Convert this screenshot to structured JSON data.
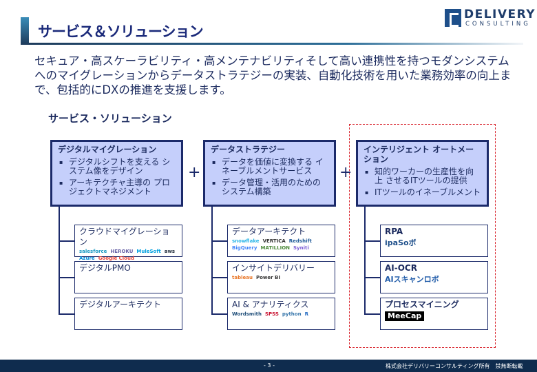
{
  "header": {
    "title": "サービス＆ソリューション",
    "logo_line1": "DELIVERY",
    "logo_line2": "CONSULTING"
  },
  "intro": "セキュア・高スケーラビリティ・高メンテナビリティそして高い連携性を持つモダンシステムへのマイグレーションからデータストラテジーの実装、自動化技術を用いた業務効率の向上まで、包括的にDXの推進を支援します。",
  "section_title": "サービス・ソリューション",
  "columns": [
    {
      "title": "デジタルマイグレーション",
      "bullets": [
        "デジタルシフトを支える システム像をデザイン",
        "アーキテクチャ主導の プロジェクトマネジメント"
      ],
      "items": [
        {
          "label": "クラウドマイグレーション",
          "logos": [
            "salesforce",
            "HEROKU",
            "MuleSoft",
            "aws",
            "Azure",
            "Google Cloud"
          ]
        },
        {
          "label": "デジタルPMO",
          "logos": []
        },
        {
          "label": "デジタルアーキテクト",
          "logos": []
        }
      ]
    },
    {
      "title": "データストラテジー",
      "bullets": [
        "データを価値に変換する イネーブルメントサービス",
        "データ管理・活用のための システム構築"
      ],
      "items": [
        {
          "label": "データアーキテクト",
          "logos": [
            "snowflake",
            "VERTICA",
            "Redshift",
            "BigQuery",
            "MATILLION",
            "Syniti"
          ]
        },
        {
          "label": "インサイトデリバリー",
          "logos": [
            "tableau",
            "Power BI"
          ]
        },
        {
          "label": "AI & アナリティクス",
          "logos": [
            "Wordsmith",
            "SPSS",
            "python",
            "R"
          ]
        }
      ]
    },
    {
      "title": "インテリジェント オートメーション",
      "bullets": [
        "知的ワーカーの生産性を向上 させるITツールの提供",
        "ITツールのイネーブルメント"
      ],
      "items": [
        {
          "label": "RPA",
          "logos": [
            "ipaSoボ"
          ]
        },
        {
          "label": "AI-OCR",
          "logos": [
            "AIスキャンロボ"
          ]
        },
        {
          "label": "プロセスマイニング",
          "logos": [
            "MeeCap"
          ]
        }
      ]
    }
  ],
  "plus": "+",
  "footer": {
    "page": "- 3 -",
    "copyright": "株式会社デリバリーコンサルティング所有　禁無断転載"
  }
}
